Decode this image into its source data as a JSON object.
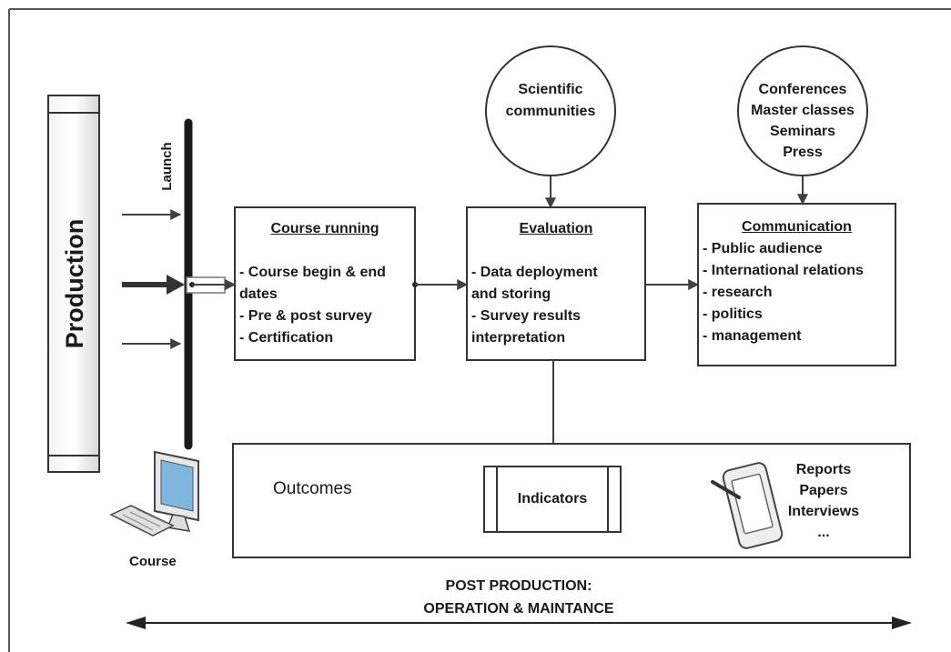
{
  "production": {
    "label": "Production"
  },
  "launch": {
    "label": "Launch"
  },
  "course_icon": {
    "label": "Course"
  },
  "scientific": {
    "lines": [
      "Scientific",
      "communities"
    ]
  },
  "conferences": {
    "lines": [
      "Conferences",
      "Master classes",
      "Seminars",
      "Press"
    ]
  },
  "course_running": {
    "title": "Course running",
    "items": [
      "- Course begin & end",
      "dates",
      "- Pre & post survey",
      "- Certification"
    ]
  },
  "evaluation": {
    "title": "Evaluation",
    "items": [
      "- Data deployment",
      "and storing",
      "- Survey results",
      "interpretation"
    ]
  },
  "communication": {
    "title": "Communication",
    "items": [
      "- Public audience",
      "- International relations",
      "- research",
      "- politics",
      "- management"
    ]
  },
  "outcomes": {
    "label": "Outcomes",
    "indicators": "Indicators",
    "docs": [
      "Reports",
      "Papers",
      "Interviews",
      "..."
    ]
  },
  "post_production": {
    "lines": [
      "POST PRODUCTION:",
      "OPERATION & MAINTANCE"
    ]
  }
}
